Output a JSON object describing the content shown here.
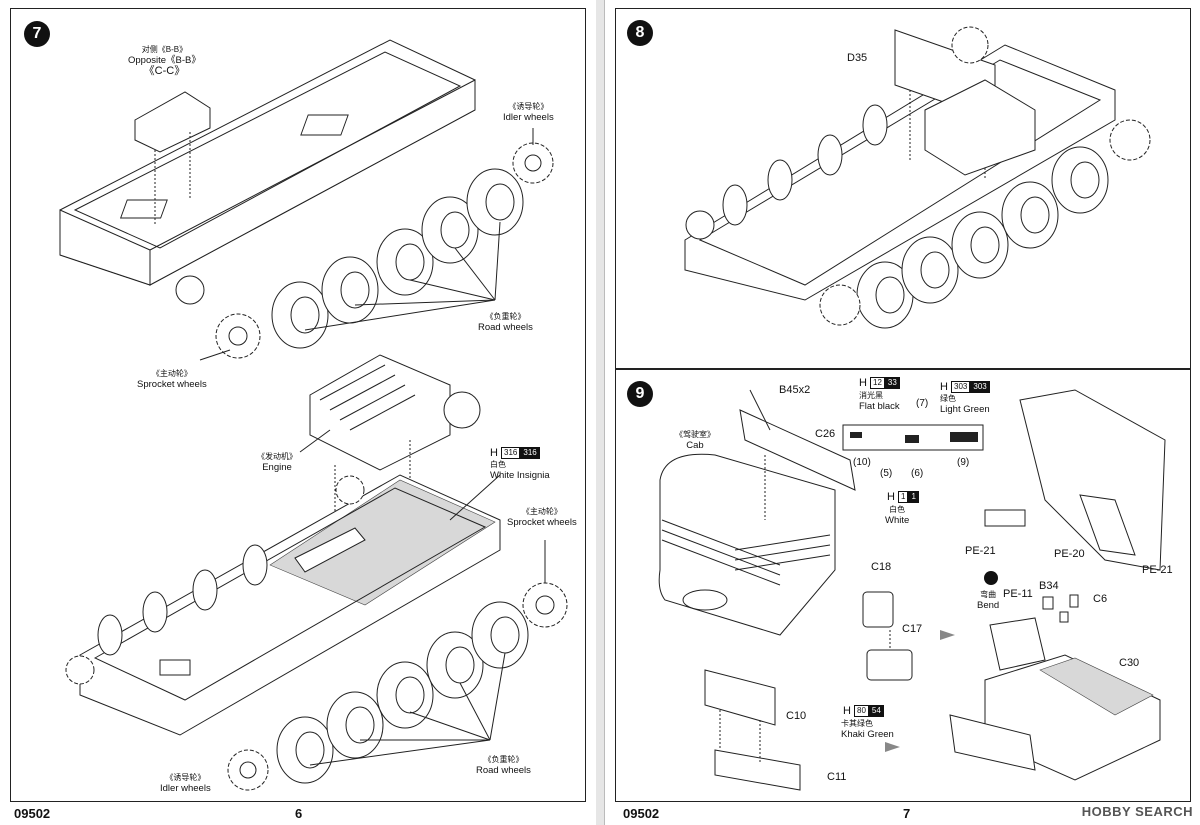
{
  "left_page": {
    "step7": {
      "number": "7",
      "top": {
        "opposite_cn": "对侧《B-B》",
        "opposite_en": "Opposite《B-B》",
        "opposite_cc": "《C-C》",
        "idler_cn": "《诱导轮》",
        "idler_en": "Idler wheels",
        "road_cn": "《负重轮》",
        "road_en": "Road  wheels",
        "sprocket_cn": "《主动轮》",
        "sprocket_en": "Sprocket wheels"
      },
      "bottom": {
        "engine_cn": "《发动机》",
        "engine_en": "Engine",
        "h_code": "H",
        "h_num": "316",
        "h_num2": "316",
        "white_cn": "白色",
        "white_en": "White Insignia",
        "sprocket_cn": "《主动轮》",
        "sprocket_en": "Sprocket wheels",
        "road_cn": "《负重轮》",
        "road_en": "Road  wheels",
        "idler_cn": "《诱导轮》",
        "idler_en": "Idler wheels"
      }
    },
    "footer_code": "09502",
    "page_number": "6"
  },
  "right_page": {
    "step8": {
      "number": "8",
      "part_d35": "D35"
    },
    "step9": {
      "number": "9",
      "b45": "B45x2",
      "c26": "C26",
      "cab_cn": "《驾驶室》",
      "cab_en": "Cab",
      "h12_code": "H",
      "h12_num": "12",
      "h12_num2": "33",
      "flat_cn": "消光黑",
      "flat_en": "Flat black",
      "h303_code": "H",
      "h303_num": "303",
      "h303_num2": "303",
      "green_cn": "绿色",
      "green_en": "Light Green",
      "n7": "(7)",
      "n10": "(10)",
      "n5": "(5)",
      "n6": "(6)",
      "n9": "(9)",
      "h1_code": "H",
      "h1_num": "1",
      "h1_num2": "1",
      "white_cn": "白色",
      "white_en": "White",
      "pe21a": "PE-21",
      "pe20": "PE-20",
      "pe21b": "PE-21",
      "c18": "C18",
      "c17": "C17",
      "bend_cn": "弯曲",
      "bend_en": "Bend",
      "pe11": "PE-11",
      "b34": "B34",
      "c6": "C6",
      "c30": "C30",
      "c10": "C10",
      "h80_code": "H",
      "h80_num": "80",
      "h80_num2": "54",
      "khaki_cn": "卡其绿色",
      "khaki_en": "Khaki Green",
      "c11": "C11"
    },
    "footer_code": "09502",
    "page_number": "7",
    "watermark": "HOBBY SEARCH"
  }
}
